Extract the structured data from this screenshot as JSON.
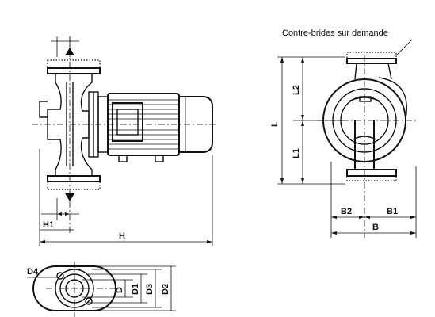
{
  "note": "Contre-brides sur demande",
  "labels": {
    "H1": "H1",
    "H": "H",
    "L": "L",
    "L1": "L1",
    "L2": "L2",
    "B": "B",
    "B1": "B1",
    "B2": "B2",
    "D": "D",
    "D1": "D1",
    "D2": "D2",
    "D3": "D3",
    "D4": "D4"
  }
}
